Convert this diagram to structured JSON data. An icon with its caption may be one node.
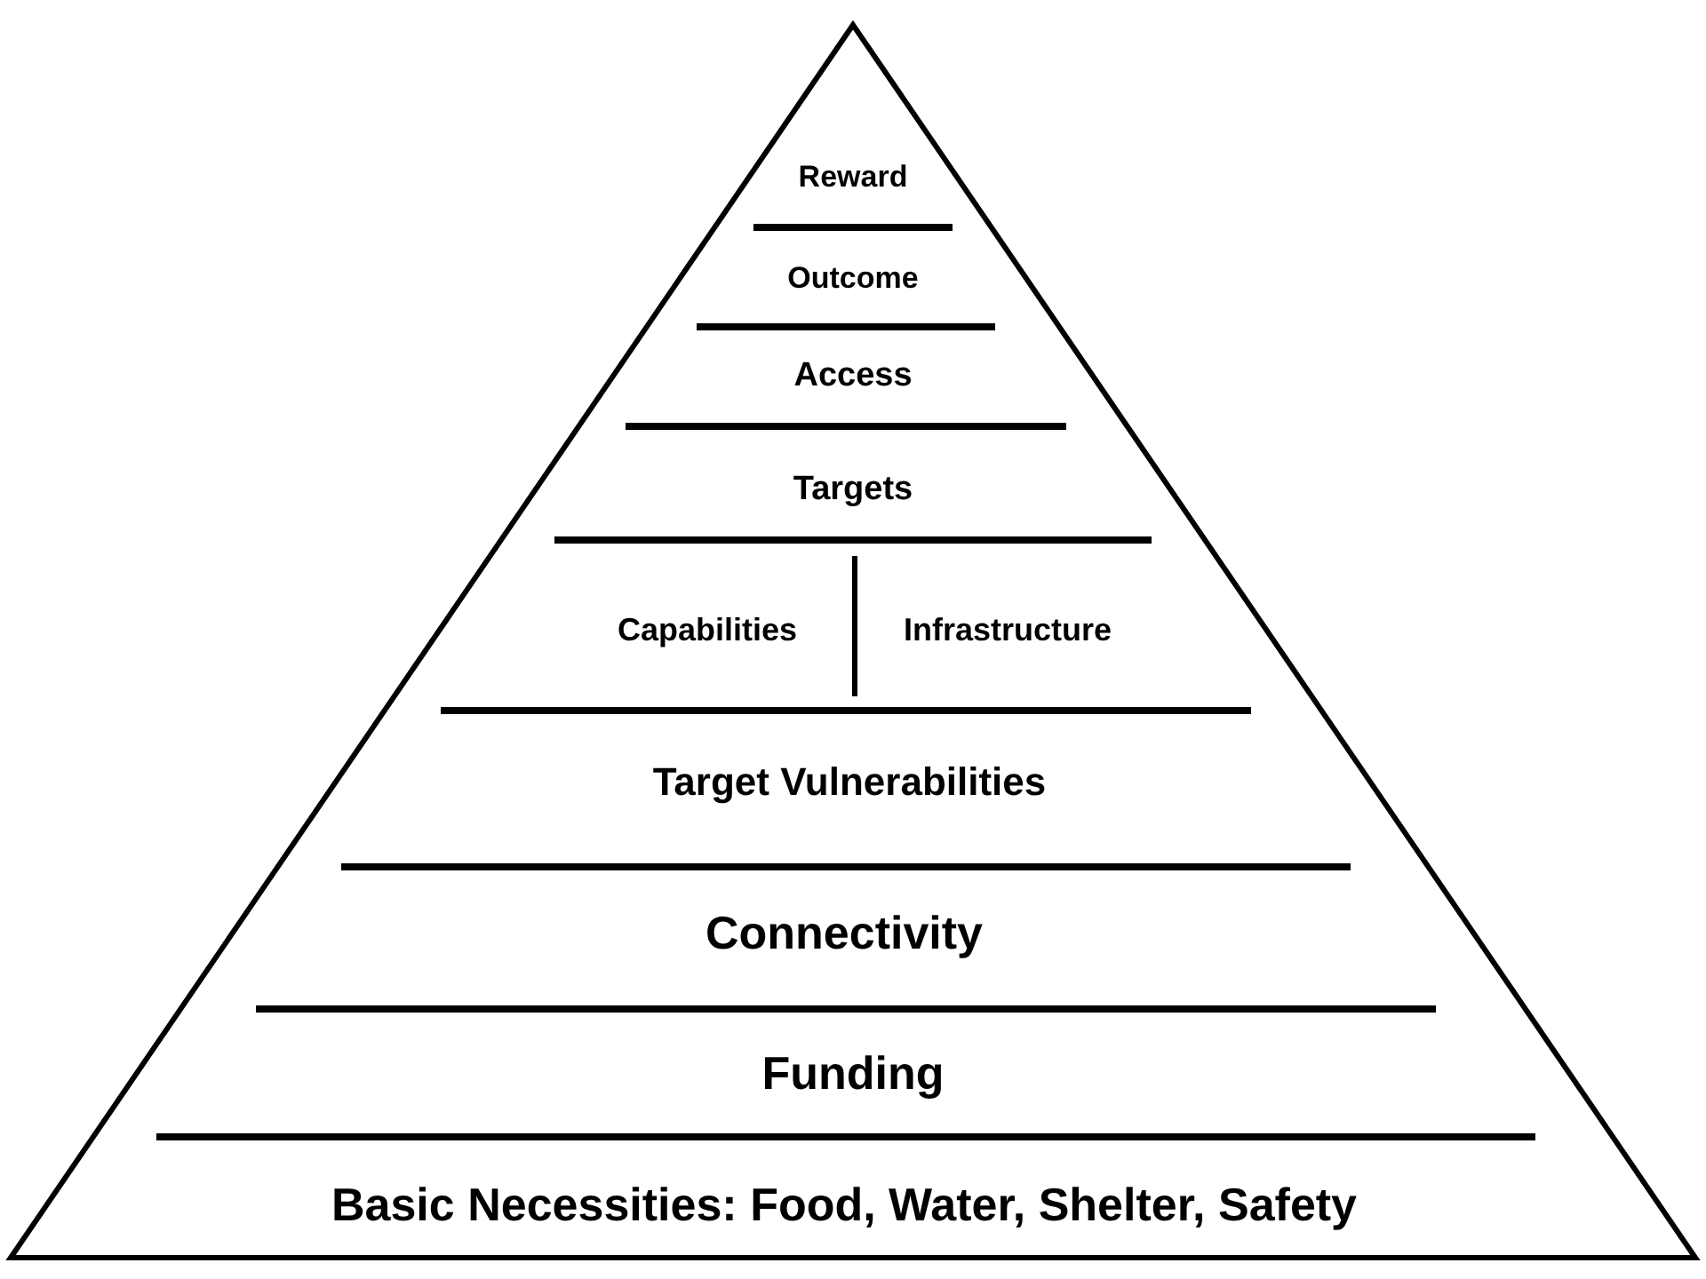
{
  "diagram": {
    "nodes": [
      {
        "text": [
          "Reward"
        ]
      },
      {
        "text": [
          "Outcome"
        ]
      },
      {
        "text": [
          "Access"
        ]
      },
      {
        "text": [
          "Targets"
        ]
      },
      {
        "text": [
          "Capabilities"
        ]
      },
      {
        "text": [
          "Infrastructure"
        ]
      },
      {
        "text": [
          "Target Vulnerabilities"
        ]
      },
      {
        "text": [
          "Connectivity"
        ]
      },
      {
        "text": [
          "Funding"
        ]
      },
      {
        "text": [
          "Basic Necessities: Food, Water, Shelter, Safety"
        ]
      }
    ]
  }
}
